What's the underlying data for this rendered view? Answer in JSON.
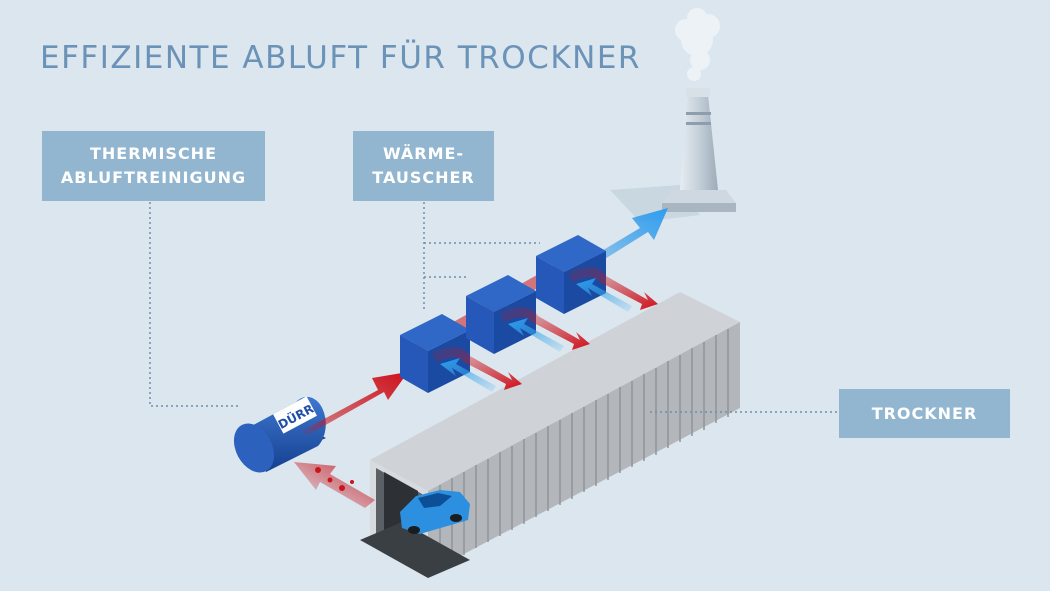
{
  "title": "EFFIZIENTE ABLUFT FÜR TROCKNER",
  "labels": {
    "thermal_line1": "THERMISCHE",
    "thermal_line2": "ABLUFTREINIGUNG",
    "heat_line1": "WÄRME-",
    "heat_line2": "TAUSCHER",
    "dryer": "TROCKNER"
  },
  "logo_text": "DÜRR",
  "colors": {
    "background": "#dbe6ef",
    "title": "#6b93b8",
    "label_box": "#92b6cf",
    "hot_air": "#c8161d",
    "cool_air": "#3aa7e6",
    "exchanger": "#1f4fa8",
    "dryer": "#b4b8bd",
    "car": "#2d8fe0"
  }
}
